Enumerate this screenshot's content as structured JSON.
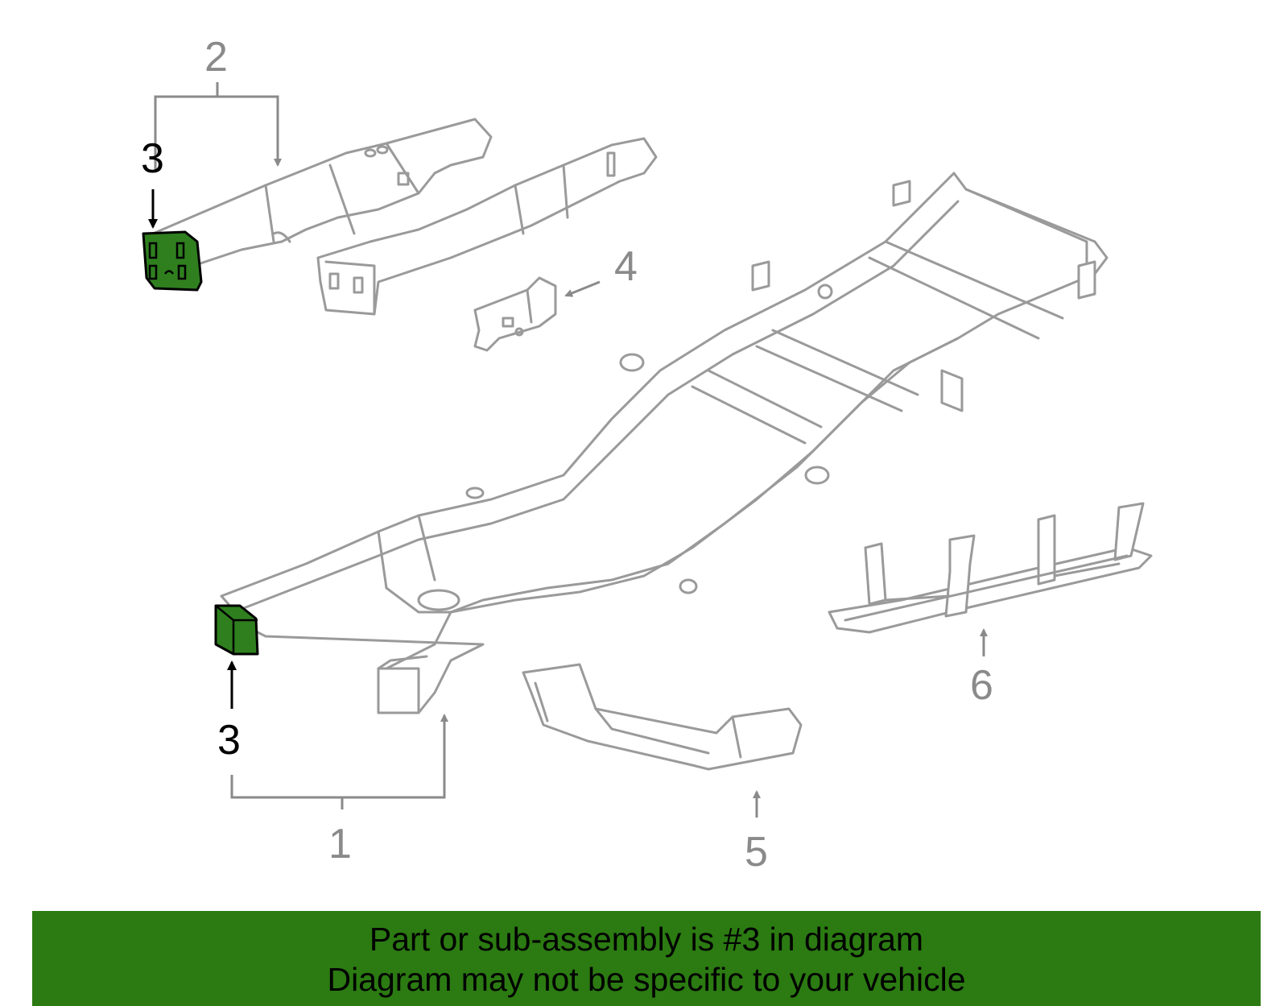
{
  "callouts": {
    "c1": "1",
    "c2": "2",
    "c3_top": "3",
    "c3_bottom": "3",
    "c4": "4",
    "c5": "5",
    "c6": "6"
  },
  "banner": {
    "line1": "Part or sub-assembly is #3 in diagram",
    "line2": "Diagram may not be specific to your vehicle"
  },
  "colors": {
    "highlight": "#2f7f1f",
    "banner": "#2b7a12",
    "part_lines": "#9a9a9a",
    "callout_grey": "#8a8a8a"
  }
}
